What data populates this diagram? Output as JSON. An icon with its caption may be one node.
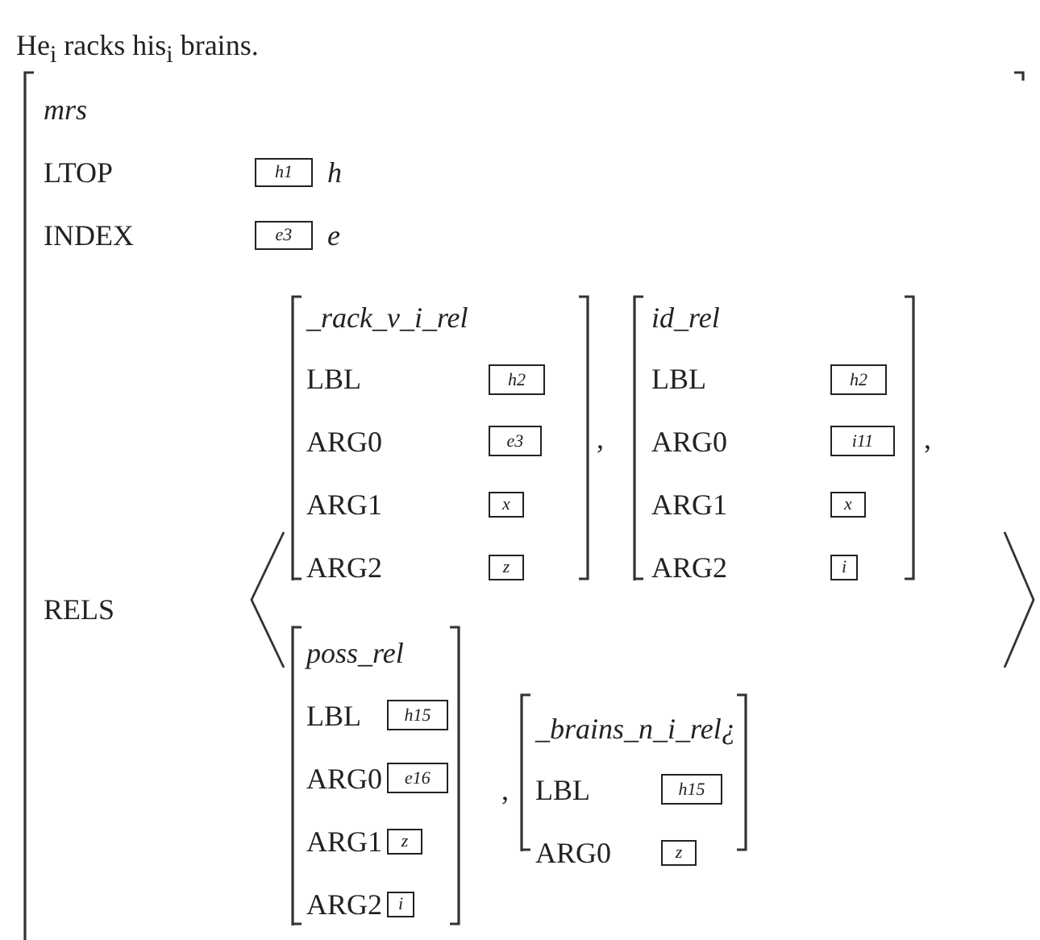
{
  "diagram": {
    "title": "He$_{i}$ racks his$_{i}$ brains.",
    "nodes": [
      {
        "text": [
          "mrs",
          "LTOP",
          "h",
          "INDEX",
          "e",
          "RELS"
        ]
      },
      {
        "text": [
          "h1"
        ],
        "in": 0
      },
      {
        "text": [
          "e3"
        ],
        "in": 0
      },
      {
        "text": [
          "_rack_v_i_rel",
          "LBL",
          "ARG0",
          "ARG1",
          "ARG2"
        ],
        "in": 0
      },
      {
        "text": [
          "h2"
        ],
        "in": 3
      },
      {
        "text": [
          "e3"
        ],
        "in": 3
      },
      {
        "text": [
          "x"
        ],
        "in": 3
      },
      {
        "text": [
          "z"
        ],
        "in": 3
      },
      {
        "text": [
          "id_rel",
          "LBL",
          "ARG0",
          "ARG1",
          "ARG2"
        ],
        "in": 0
      },
      {
        "text": [
          "h2"
        ],
        "in": 8
      },
      {
        "text": [
          "i11"
        ],
        "in": 8
      },
      {
        "text": [
          "x"
        ],
        "in": 8
      },
      {
        "text": [
          "i"
        ],
        "in": 8
      },
      {
        "text": [
          "poss_rel",
          "LBL",
          "ARG0",
          "ARG1",
          "ARG2"
        ],
        "in": 0
      },
      {
        "text": [
          "h15"
        ],
        "in": 13
      },
      {
        "text": [
          "e16"
        ],
        "in": 13
      },
      {
        "text": [
          "z"
        ],
        "in": 13
      },
      {
        "text": [
          "i"
        ],
        "in": 13
      },
      {
        "text": [
          "_brains_n_i_rel¿",
          "LBL",
          "ARG0"
        ],
        "in": 0
      },
      {
        "text": [
          "h15"
        ],
        "in": 18
      },
      {
        "text": [
          "z"
        ],
        "in": 18
      }
    ],
    "labels": [
      ",",
      ",",
      ","
    ]
  }
}
